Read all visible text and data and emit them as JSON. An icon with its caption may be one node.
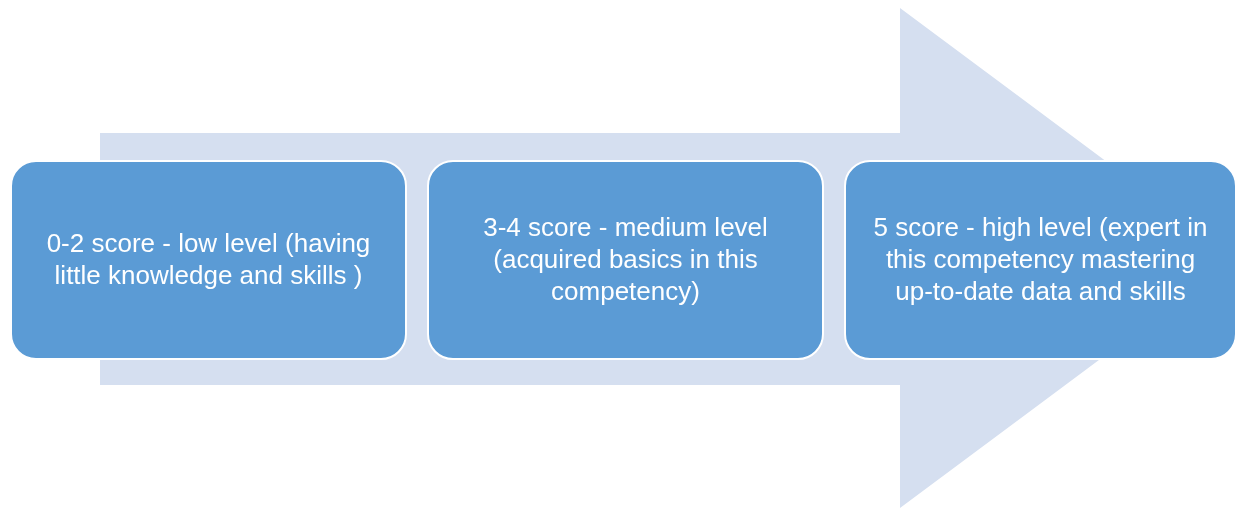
{
  "diagram": {
    "nodes": [
      {
        "text": [
          "0-2 score - low level (having little knowledge and skills )"
        ]
      },
      {
        "text": [
          "3-4 score - medium level (acquired basics in this competency)"
        ]
      },
      {
        "text": [
          "5 score - high level (expert in this competency mastering up-to-date data and skills"
        ]
      }
    ],
    "edges": [
      {
        "from": 0,
        "to": 2,
        "arrow": "to"
      }
    ]
  }
}
